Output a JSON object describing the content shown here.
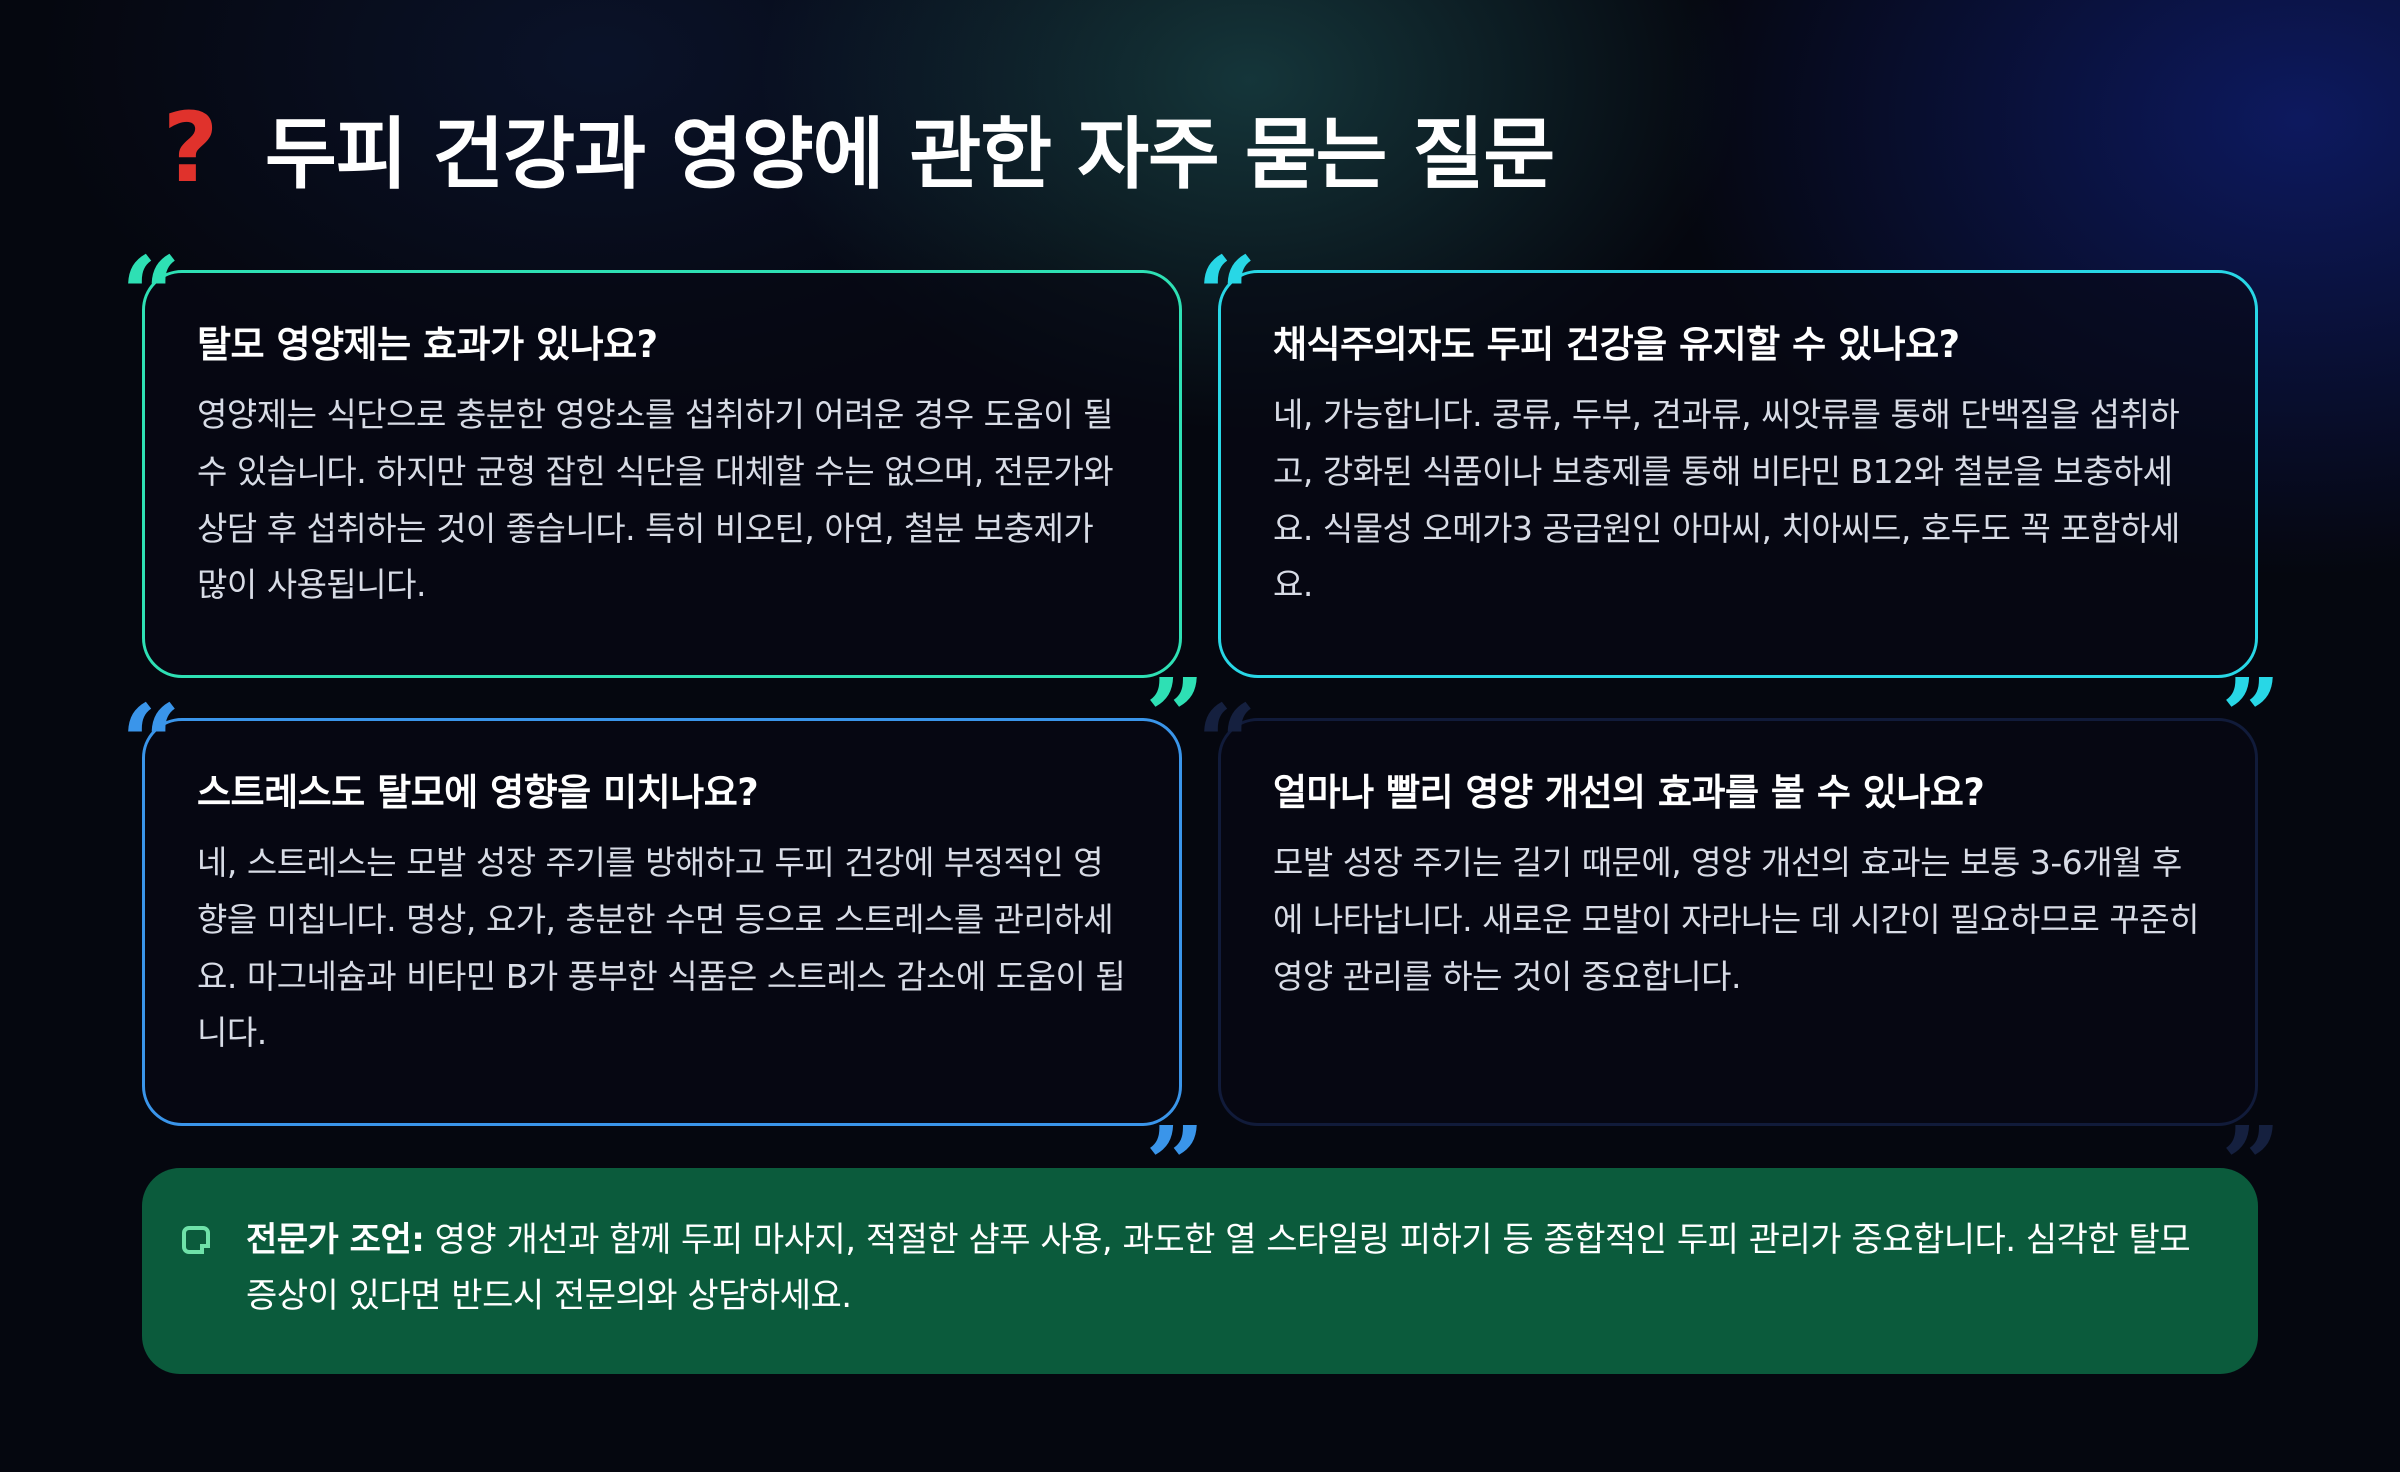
{
  "header": {
    "icon": "question-mark-icon",
    "icon_glyph": "?",
    "icon_color": "#e0322c",
    "title": "두피 건강과 영양에 관한 자주 묻는 질문"
  },
  "faq": [
    {
      "question": "탈모 영양제는 효과가 있나요?",
      "answer": "영양제는 식단으로 충분한 영양소를 섭취하기 어려운 경우 도움이 될 수 있습니다. 하지만 균형 잡힌 식단을 대체할 수는 없으며, 전문가와 상담 후 섭취하는 것이 좋습니다. 특히 비오틴, 아연, 철분 보충제가 많이 사용됩니다.",
      "accent": "#2ee0b4"
    },
    {
      "question": "채식주의자도 두피 건강을 유지할 수 있나요?",
      "answer": "네, 가능합니다. 콩류, 두부, 견과류, 씨앗류를 통해 단백질을 섭취하고, 강화된 식품이나 보충제를 통해 비타민 B12와 철분을 보충하세요. 식물성 오메가3 공급원인 아마씨, 치아씨드, 호두도 꼭 포함하세요.",
      "accent": "#28d7e6"
    },
    {
      "question": "스트레스도 탈모에 영향을 미치나요?",
      "answer": "네, 스트레스는 모발 성장 주기를 방해하고 두피 건강에 부정적인 영향을 미칩니다. 명상, 요가, 충분한 수면 등으로 스트레스를 관리하세요. 마그네슘과 비타민 B가 풍부한 식품은 스트레스 감소에 도움이 됩니다.",
      "accent": "#3a95ea"
    },
    {
      "question": "얼마나 빨리 영양 개선의 효과를 볼 수 있나요?",
      "answer": "모발 성장 주기는 길기 때문에, 영양 개선의 효과는 보통 3-6개월 후에 나타납니다. 새로운 모발이 자라나는 데 시간이 필요하므로 꾸준히 영양 관리를 하는 것이 중요합니다.",
      "accent": "#111b3a"
    }
  ],
  "quote_marks": {
    "open": "“",
    "close": "”"
  },
  "tip": {
    "icon": "note-icon",
    "label": "전문가 조언:",
    "text": " 영양 개선과 함께 두피 마사지, 적절한 샴푸 사용, 과도한 열 스타일링 피하기 등 종합적인 두피 관리가 중요합니다. 심각한 탈모 증상이 있다면 반드시 전문의와 상담하세요.",
    "background": "#0b5b3c",
    "icon_color": "#6fe2a9"
  }
}
